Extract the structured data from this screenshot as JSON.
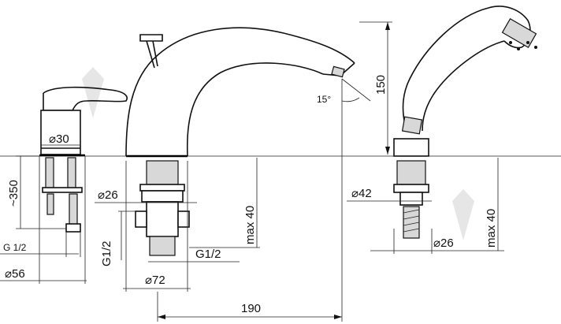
{
  "dimensions": {
    "d30": "⌀30",
    "l350": "~350",
    "d26_left": "⌀26",
    "max40_left": "max 40",
    "g12_left": "G 1/2",
    "g12_vert": "G1/2",
    "g12_mid": "G1/2",
    "d56": "⌀56",
    "d72": "⌀72",
    "l190": "190",
    "angle15": "15°",
    "h150": "150",
    "d42": "⌀42",
    "d26_right": "⌀26",
    "max40_right": "max 40"
  },
  "colors": {
    "line": "#111111",
    "watermark": "#e6e6e6"
  }
}
